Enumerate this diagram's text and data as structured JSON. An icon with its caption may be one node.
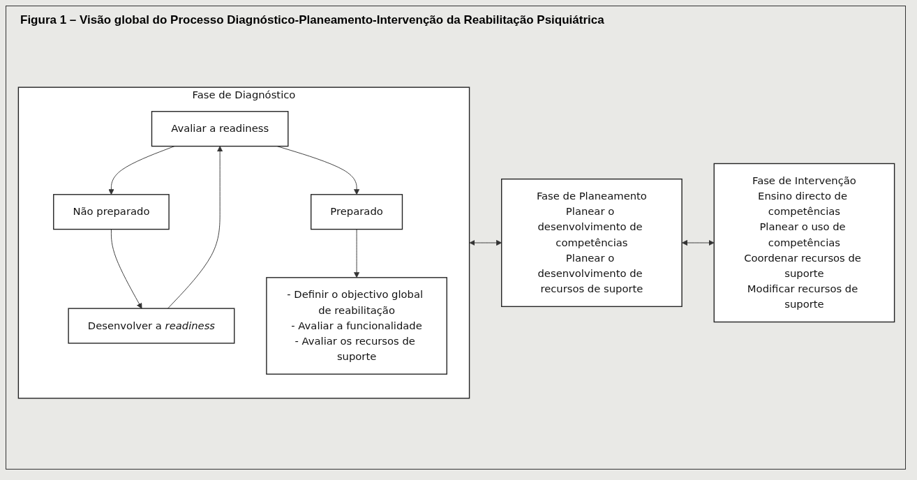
{
  "diagram": {
    "title": "Figura 1 – Visão global do Processo Diagnóstico-Planeamento-Intervenção da Reabilitação Psiquiátrica",
    "nodes": [
      {
        "text": [
          "Fase de Diagnóstico"
        ]
      },
      {
        "text": [
          "Avaliar a readiness"
        ],
        "in": 0
      },
      {
        "text": [
          "Preparado"
        ],
        "in": 0
      },
      {
        "text": [
          "Não preparado"
        ],
        "in": 0
      },
      {
        "text": [
          "Desenvolver a *readiness*"
        ],
        "in": 0
      },
      {
        "text": [
          "- Definir o objectivo global de reabilitação",
          "- Avaliar a funcionalidade",
          "- Avaliar os recursos de suporte"
        ],
        "in": 0
      },
      {
        "text": [
          "Fase de Planeamento",
          "Planear o desenvolvimento de competências",
          "Planear o desenvolvimento de recursos de suporte"
        ]
      },
      {
        "text": [
          "Fase de Intervenção",
          "Ensino directo de competências",
          "Planear o uso de competências",
          "Coordenar recursos de suporte",
          "Modificar recursos de suporte"
        ]
      }
    ],
    "edges": [
      {
        "from": 1,
        "to": 2,
        "arrow": "to"
      },
      {
        "from": 1,
        "to": 3,
        "arrow": "to"
      },
      {
        "from": 3,
        "to": 4,
        "arrow": "to"
      },
      {
        "from": 4,
        "to": 1,
        "arrow": "to"
      },
      {
        "from": 2,
        "to": 5,
        "arrow": "to"
      },
      {
        "from": 0,
        "to": 6,
        "arrow": "both"
      },
      {
        "from": 6,
        "to": 7,
        "arrow": "both"
      }
    ]
  }
}
